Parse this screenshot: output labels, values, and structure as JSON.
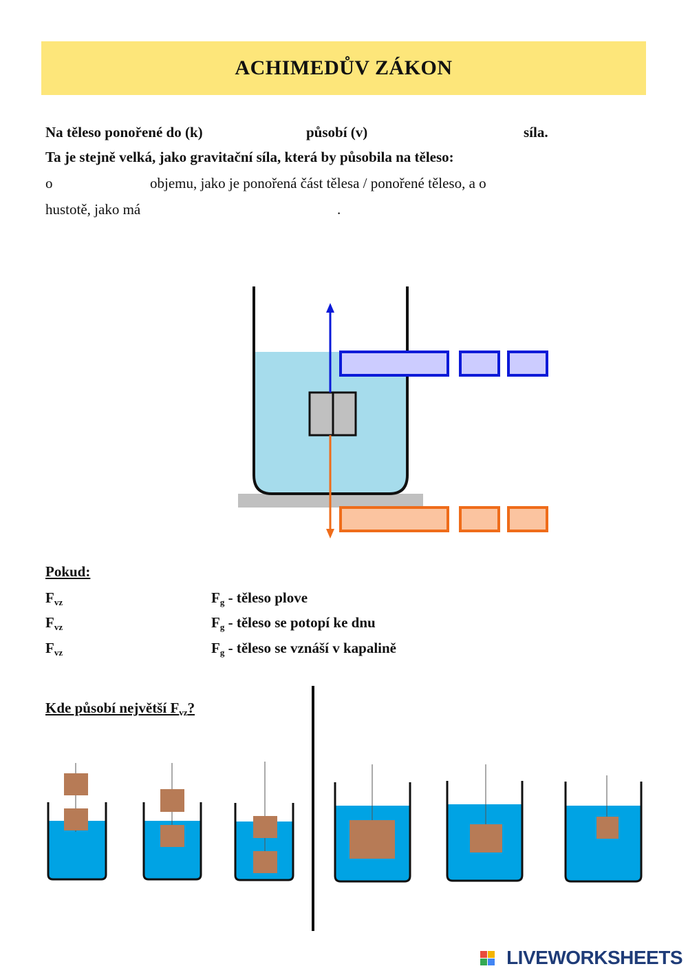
{
  "title": "ACHIMEDŮV ZÁKON",
  "definition": {
    "line1_a": "Na těleso ponořené do (k)",
    "line1_b": "působí (v)",
    "line1_c": "síla.",
    "line2": "Ta je stejně velká, jako gravitační síla, která by působila na těleso:",
    "line3_a": "o",
    "line3_b": "objemu, jako je ponořená část tělesa / ponořené těleso,  a o",
    "line4_a": "hustotě, jako má",
    "line4_b": "."
  },
  "conditions": {
    "heading": "Pokud:",
    "rows": [
      {
        "left": "F",
        "left_sub": "vz",
        "right": "F",
        "right_sub": "g",
        "text": " - těleso plove"
      },
      {
        "left": "F",
        "left_sub": "vz",
        "right": "F",
        "right_sub": "g",
        "text": " - těleso se potopí ke dnu"
      },
      {
        "left": "F",
        "left_sub": "vz",
        "right": "F",
        "right_sub": "g",
        "text": " - těleso se vznáší v kapalině"
      }
    ]
  },
  "question": {
    "text": "Kde působí největší F",
    "sub": "vz",
    "end": "?"
  },
  "colors": {
    "title_bg": "#fde67a",
    "water_light": "#a6dcec",
    "water_dark": "#00a3e4",
    "buoyancy_arrow": "#0b1ad8",
    "buoyancy_box_fill": "#ccccff",
    "gravity_arrow": "#ef6c1a",
    "gravity_box_fill": "#fbc4a0",
    "block_fill": "#c0c0c0",
    "brown_block": "#b77b56"
  },
  "logo": {
    "text": "LIVEWORKSHEETS"
  }
}
